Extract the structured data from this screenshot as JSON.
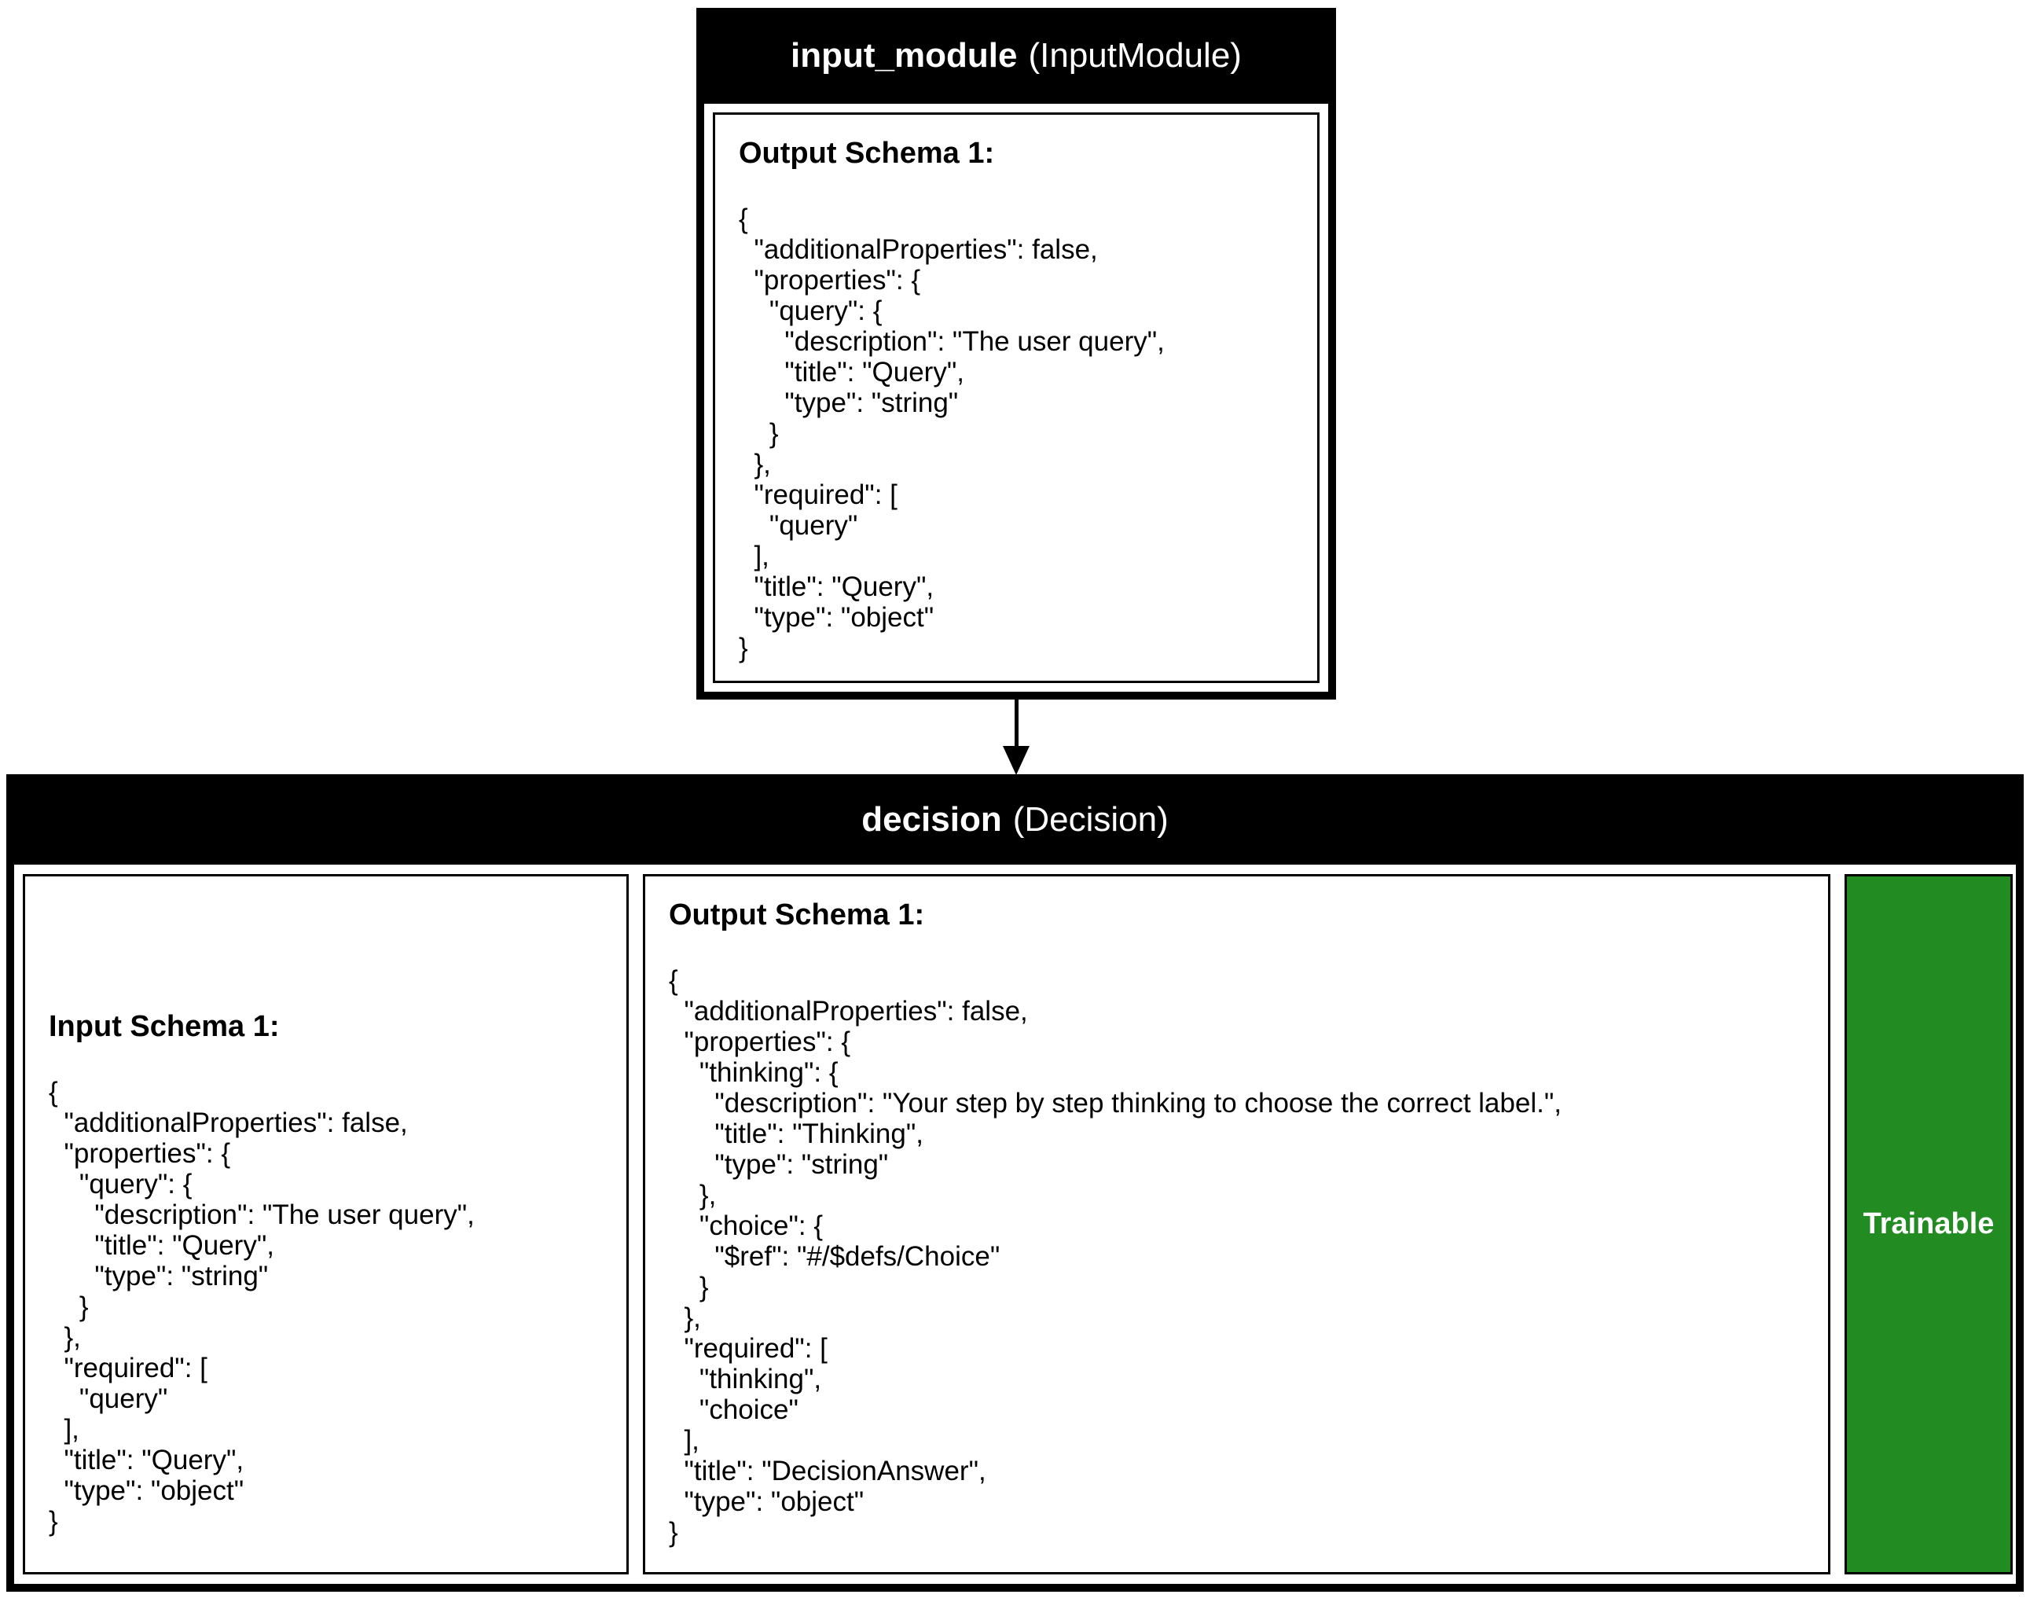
{
  "input_module_node": {
    "title_name": "input_module",
    "title_type": "(InputModule)",
    "output_schema": {
      "heading": "Output Schema 1:",
      "body": "{\n  \"additionalProperties\": false,\n  \"properties\": {\n    \"query\": {\n      \"description\": \"The user query\",\n      \"title\": \"Query\",\n      \"type\": \"string\"\n    }\n  },\n  \"required\": [\n    \"query\"\n  ],\n  \"title\": \"Query\",\n  \"type\": \"object\"\n}"
    }
  },
  "decision_node": {
    "title_name": "decision",
    "title_type": "(Decision)",
    "input_schema": {
      "heading": "Input Schema 1:",
      "body": "{\n  \"additionalProperties\": false,\n  \"properties\": {\n    \"query\": {\n      \"description\": \"The user query\",\n      \"title\": \"Query\",\n      \"type\": \"string\"\n    }\n  },\n  \"required\": [\n    \"query\"\n  ],\n  \"title\": \"Query\",\n  \"type\": \"object\"\n}"
    },
    "output_schema": {
      "heading": "Output Schema 1:",
      "body": "{\n  \"additionalProperties\": false,\n  \"properties\": {\n    \"thinking\": {\n      \"description\": \"Your step by step thinking to choose the correct label.\",\n      \"title\": \"Thinking\",\n      \"type\": \"string\"\n    },\n    \"choice\": {\n      \"$ref\": \"#/$defs/Choice\"\n    }\n  },\n  \"required\": [\n    \"thinking\",\n    \"choice\"\n  ],\n  \"title\": \"DecisionAnswer\",\n  \"type\": \"object\"\n}"
    },
    "trainable_label": "Trainable"
  },
  "colors": {
    "trainable_green": "#228B22",
    "node_fill": "#000000",
    "node_text": "#ffffff"
  }
}
